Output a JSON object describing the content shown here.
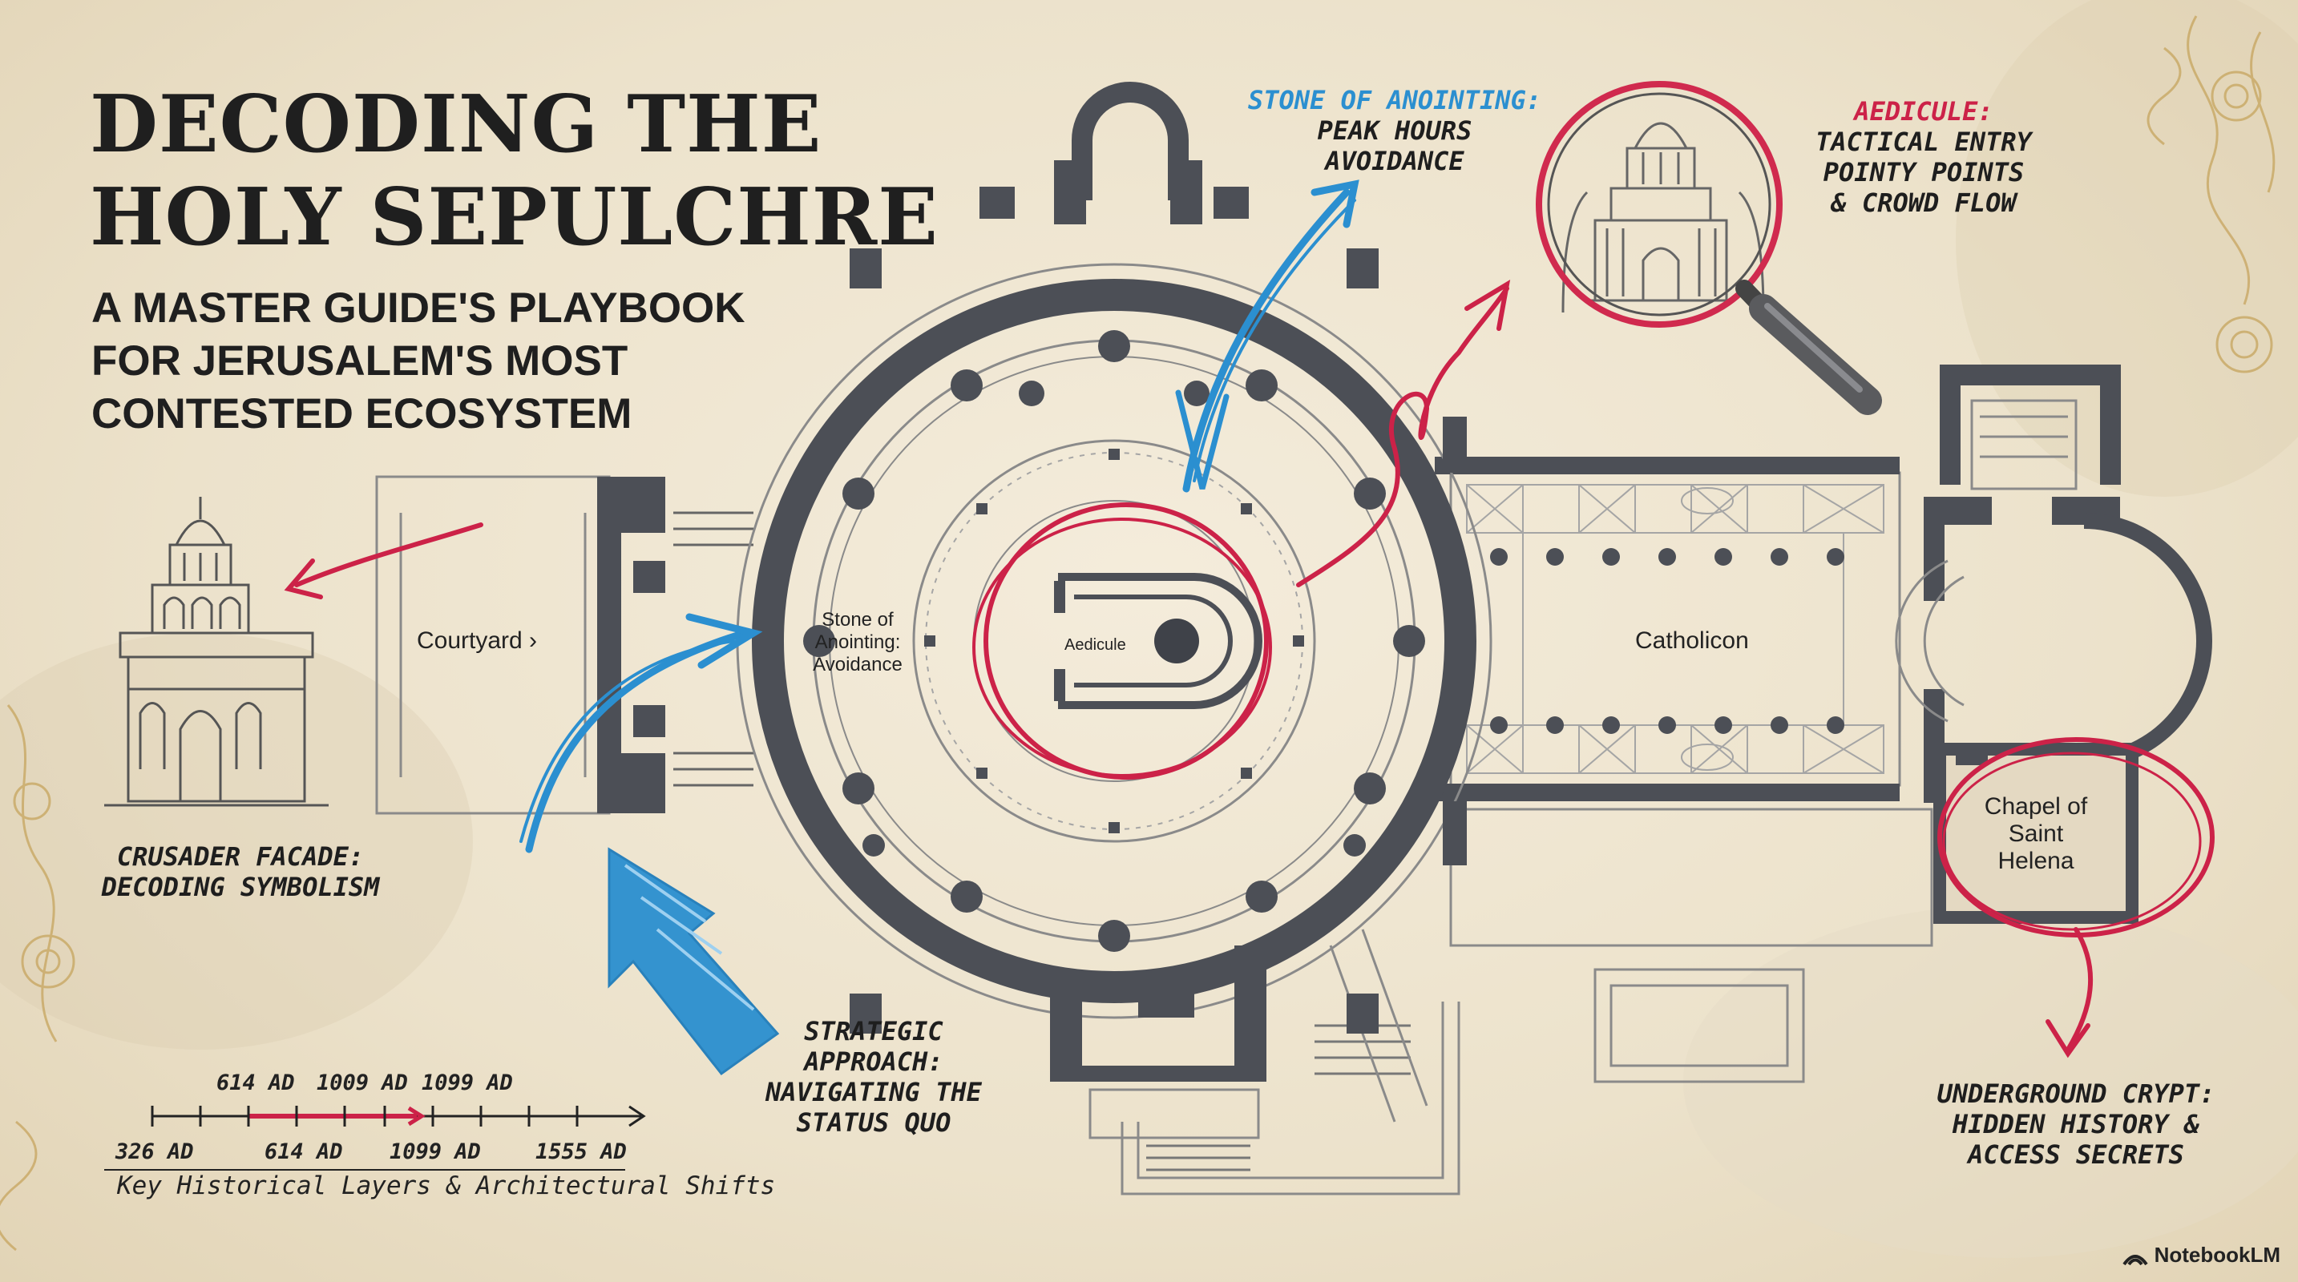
{
  "title": [
    "DECODING THE",
    "HOLY SEPULCHRE"
  ],
  "subtitle": [
    "A MASTER GUIDE'S PLAYBOOK",
    "FOR JERUSALEM'S MOST",
    "CONTESTED ECOSYSTEM"
  ],
  "callouts": {
    "stone": {
      "head": "STONE OF ANOINTING:",
      "lines": [
        "PEAK HOURS",
        "AVOIDANCE"
      ]
    },
    "aedicule": {
      "head": "AEDICULE:",
      "lines": [
        "TACTICAL ENTRY",
        "POINTY POINTS",
        "& CROWD FLOW"
      ]
    },
    "crusader": {
      "lines": [
        "CRUSADER FACADE:",
        "DECODING SYMBOLISM"
      ]
    },
    "strategic": {
      "lines": [
        "STRATEGIC",
        "APPROACH:",
        "NAVIGATING THE",
        "STATUS QUO"
      ]
    },
    "crypt": {
      "lines": [
        "UNDERGROUND CRYPT:",
        "HIDDEN HISTORY &",
        "ACCESS SECRETS"
      ]
    }
  },
  "plan_labels": {
    "courtyard": "Courtyard",
    "stone": [
      "Stone of",
      "Anointing:",
      "Avoidance"
    ],
    "aedicule": "Aedicule",
    "catholicon": "Catholicon",
    "helena": [
      "Chapel of",
      "Saint",
      "Helena"
    ]
  },
  "timeline": {
    "top_labels": [
      "614 AD",
      "1009 AD",
      "1099 AD"
    ],
    "bottom_labels": [
      "326 AD",
      "614 AD",
      "1099 AD",
      "1555 AD"
    ],
    "caption": "Key Historical Layers & Architectural Shifts"
  },
  "brand": "NotebookLM",
  "colors": {
    "ink": "#1e1e1e",
    "wall": "#4c4f56",
    "blue": "#2b8fd0",
    "red": "#cc2248",
    "paper": "#efe6d2",
    "gold": "#c8a864"
  },
  "icons": [
    "magnifier-icon",
    "aedicule-illustration",
    "crusader-facade-illustration",
    "notebooklm-logo-icon"
  ]
}
